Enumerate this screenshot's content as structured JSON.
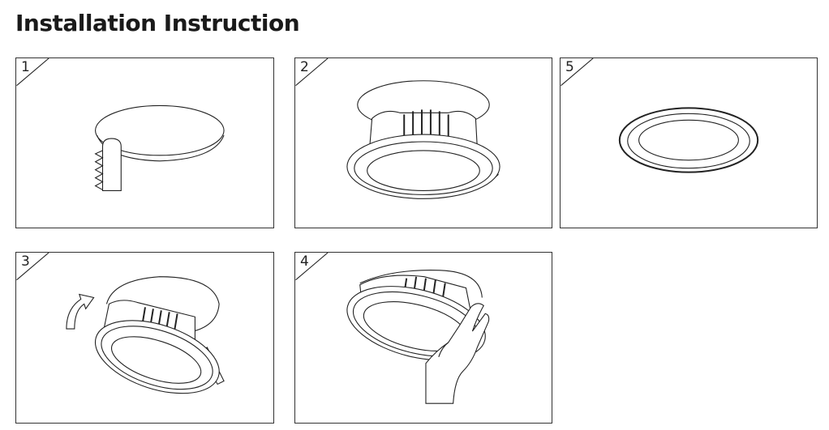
{
  "header": {
    "title": "Installation Instruction"
  },
  "steps": [
    {
      "id": "p1",
      "label": "1"
    },
    {
      "id": "p2",
      "label": "2"
    },
    {
      "id": "p5",
      "label": "5"
    },
    {
      "id": "p3",
      "label": "3"
    },
    {
      "id": "p4",
      "label": "4"
    }
  ]
}
